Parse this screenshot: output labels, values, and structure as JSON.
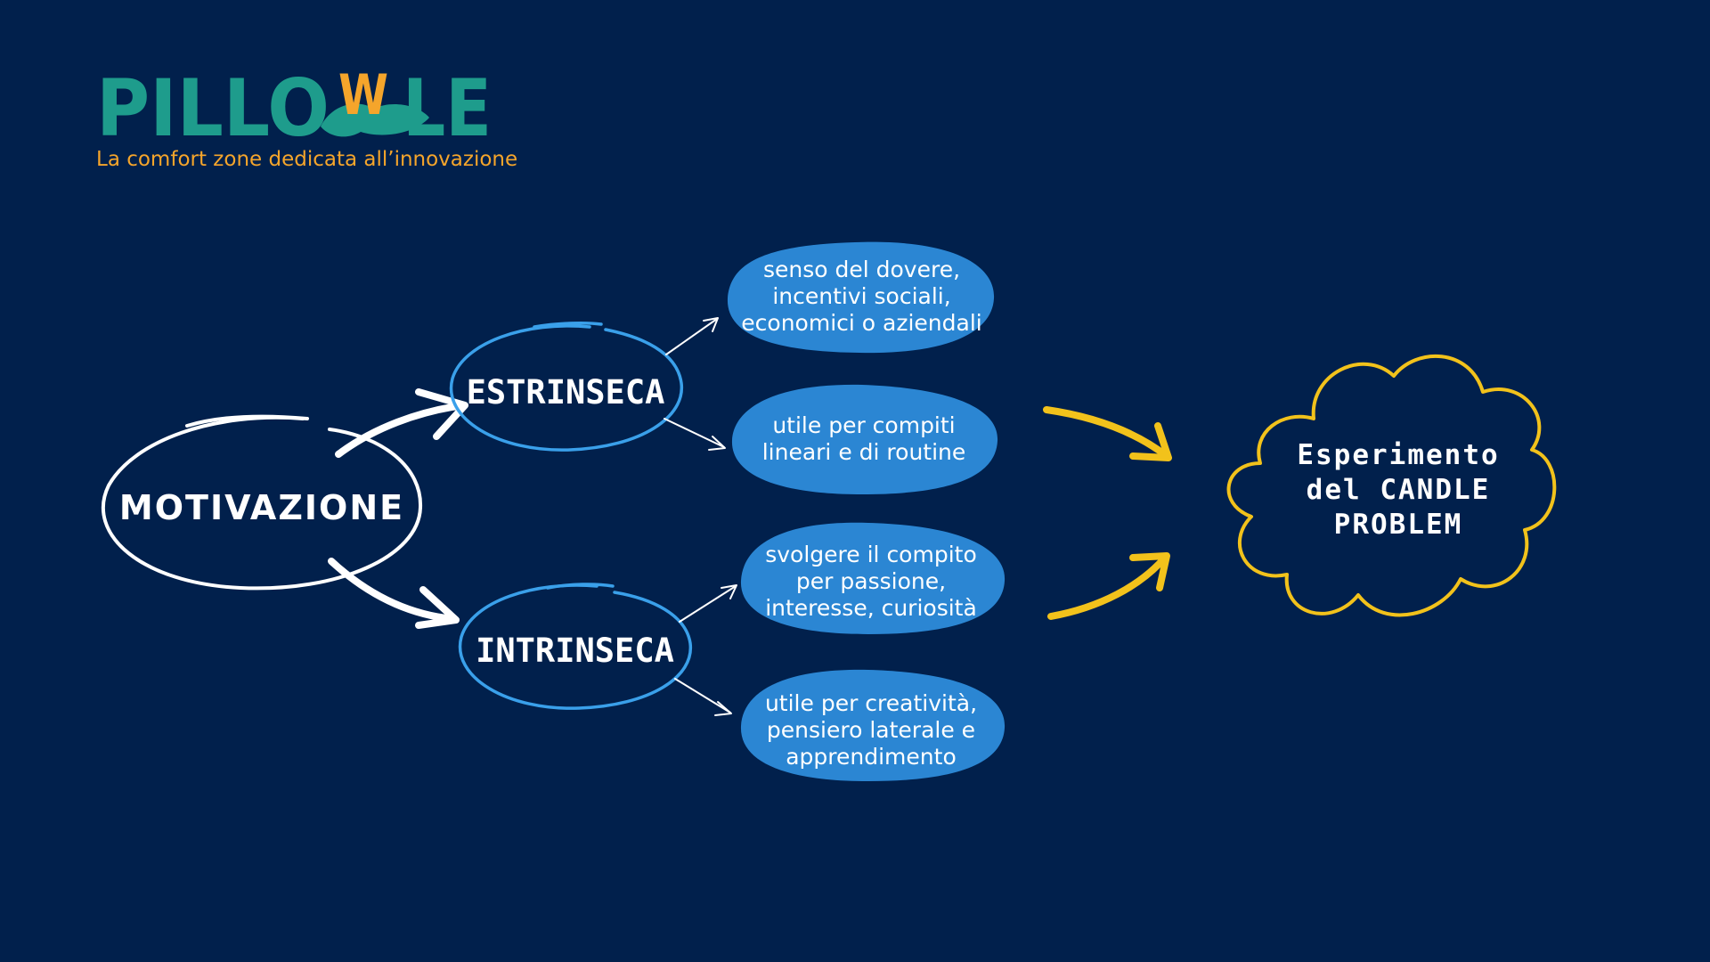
{
  "logo": {
    "word_left": "PILLO",
    "word_accent": "W",
    "word_right": "LE",
    "tagline": "La comfort zone dedicata all’innovazione",
    "colors": {
      "word": "#1e9c8c",
      "accent": "#f5a52b",
      "tagline": "#f5a52b"
    }
  },
  "diagram": {
    "root": "MOTIVAZIONE",
    "branches": [
      {
        "label": "ESTRINSECA",
        "bubbles": [
          "senso del dovere,\nincentivi sociali,\neconomici o aziendali",
          "utile per compiti\nlineari e di routine"
        ]
      },
      {
        "label": "INTRINSECA",
        "bubbles": [
          "svolgere il compito\nper passione,\ninteresse, curiosità",
          "utile per creatività,\npensiero laterale e\napprendimento"
        ]
      }
    ],
    "outcome": "Esperimento\ndel CANDLE\nPROBLEM"
  },
  "colors": {
    "background": "#01204c",
    "root_outline": "#ffffff",
    "branch_outline": "#3aa0ea",
    "bubble_fill": "#2b86d3",
    "cloud_outline": "#f2c21b",
    "outcome_arrow": "#f2c21b",
    "text": "#ffffff"
  }
}
